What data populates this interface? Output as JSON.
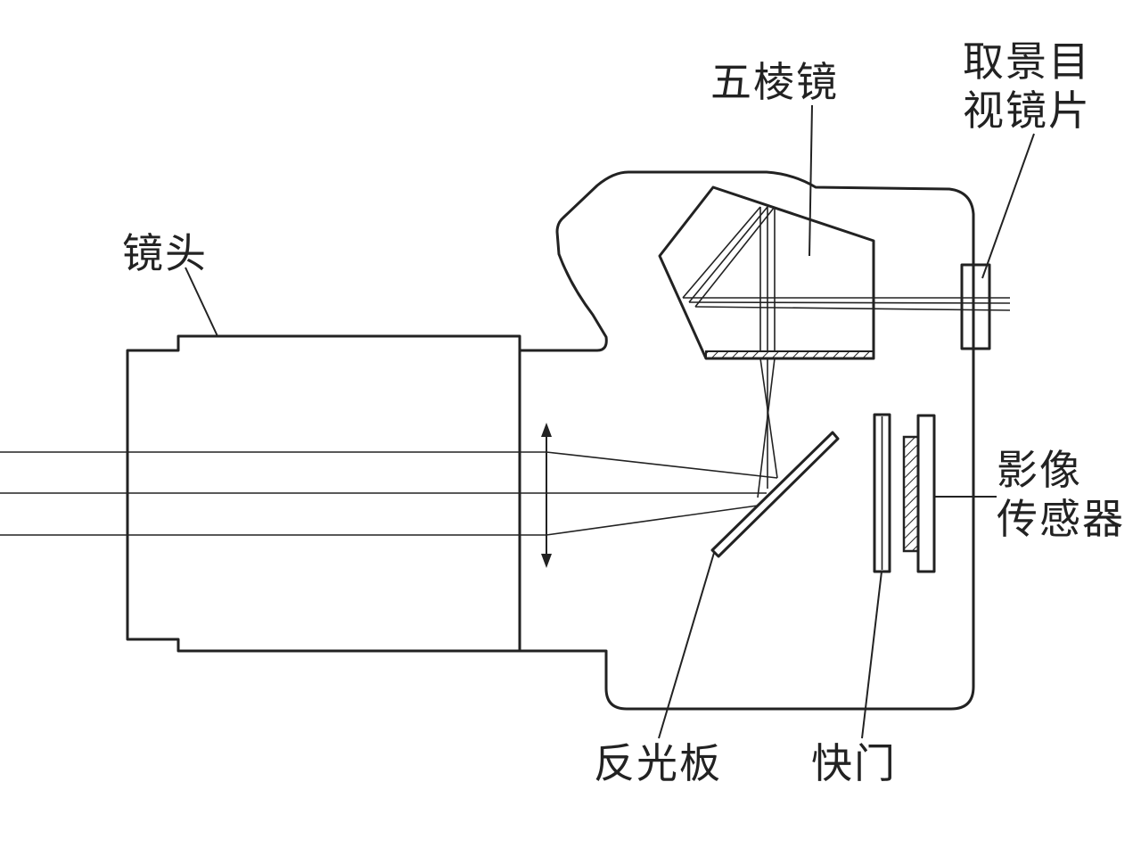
{
  "labels": {
    "lens": "镜头",
    "pentaprism": "五棱镜",
    "viewfinder_line1": "取景目",
    "viewfinder_line2": "视镜片",
    "sensor_line1": "影像",
    "sensor_line2": "传感器",
    "mirror": "反光板",
    "shutter": "快门"
  },
  "colors": {
    "line": "#222222",
    "background": "#ffffff"
  }
}
